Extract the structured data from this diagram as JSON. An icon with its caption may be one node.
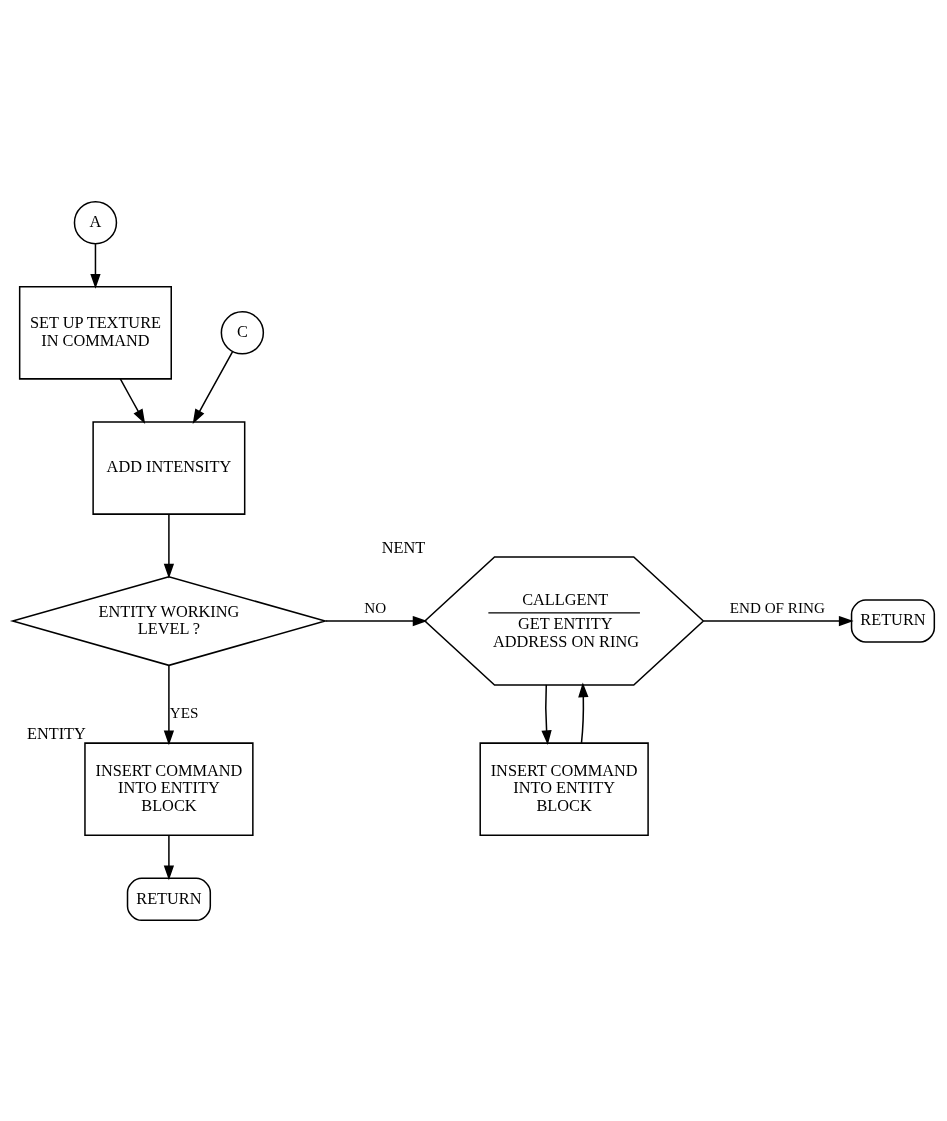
{
  "diagram": {
    "nodes": [
      {
        "text": [
          "A"
        ]
      },
      {
        "text": [
          "SET UP TEXTURE IN COMMAND"
        ]
      },
      {
        "text": [
          "C"
        ]
      },
      {
        "text": [
          "ADD INTENSITY"
        ]
      },
      {
        "text": [
          "ENTITY WORKING LEVEL ?"
        ]
      },
      {
        "text": [
          "CALLGENT",
          "GET ENTITY ADDRESS ON RING"
        ],
        "beside": [
          "NENT"
        ]
      },
      {
        "text": [
          "RETURN"
        ]
      },
      {
        "text": [
          "INSERT COMMAND INTO ENTITY BLOCK"
        ],
        "beside": [
          "ENTITY"
        ]
      },
      {
        "text": [
          "INSERT COMMAND INTO ENTITY BLOCK"
        ]
      },
      {
        "text": [
          "RETURN"
        ]
      }
    ],
    "edges": [
      {
        "from": 0,
        "to": 1,
        "arrow": "to"
      },
      {
        "from": 1,
        "to": 3,
        "arrow": "to"
      },
      {
        "from": 2,
        "to": 3,
        "arrow": "to"
      },
      {
        "from": 3,
        "to": 4,
        "arrow": "to"
      },
      {
        "from": 4,
        "to": 5,
        "arrow": "to",
        "label": "NO"
      },
      {
        "from": 4,
        "to": 7,
        "arrow": "to",
        "label": "YES"
      },
      {
        "from": 5,
        "to": 6,
        "arrow": "to",
        "label": "END OF RING"
      },
      {
        "from": 5,
        "to": 8,
        "arrow": "to"
      },
      {
        "from": 8,
        "to": 5,
        "arrow": "to"
      },
      {
        "from": 7,
        "to": 9,
        "arrow": "to"
      }
    ]
  }
}
